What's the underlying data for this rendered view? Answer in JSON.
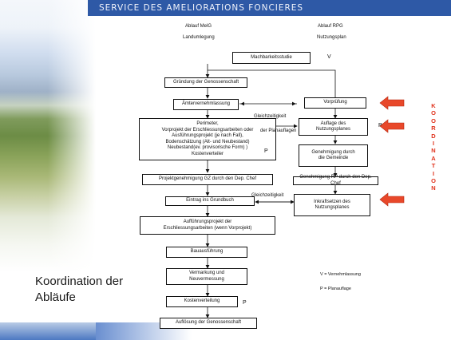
{
  "header": {
    "title": "SERVICE DES AMELIORATIONS FONCIERES"
  },
  "columns": {
    "left": {
      "head": "Ablauf MelG",
      "sub": "Landumlegung"
    },
    "right": {
      "head": "Ablauf RPG",
      "sub": "Nutzungsplan"
    }
  },
  "boxes": {
    "machbarkeit": "Machbarkeitsstudie",
    "gruendung": "Gründung der Genossenschaft",
    "aemter": "Ämtervernehmlassung",
    "vorpruefung": "Vorprüfung",
    "perimeter": "Perimeter,\nVorprojekt der Erschliessungsarbeiten oder\nAusführungsprojekt (je nach Fall),\nBodenschätzung (Alt- und Neubestand)\nNeubestand(ev. provisorische Form) )\nKostenverteiler",
    "auflage": "Auflage des\nNutzungsplanes",
    "genehmigung_gemeinde": "Genehmigung durch\ndie Gemeinde",
    "projektgenehmigung": "Projektgenehmigung GZ durch den Dep. Chef",
    "genehmigung_rp": "Genehmigung RP durch den Dep. Chef",
    "eintrag": "Eintrag ins Grundbuch",
    "inkraftsetzen": "Inkraftsetzen des\nNutzungsplanes",
    "ausfuehrungsprojekt": "Aufführungsprojekt der\nErschliessungsarbeiten (wenn Vorprojekt)",
    "bauausfuehrung": "Bauausführung",
    "vermarkung": "Vermarkung und\nNeuvermessung",
    "kostenverteilung": "Kostenverteilung",
    "aufloesung": "Auflösung der Genossenschaft"
  },
  "labels": {
    "v_marker": "V",
    "p_marker_auflage": "P",
    "p_marker_perimeter": "P",
    "p_marker_kosten": "P",
    "gleichzeitigkeit_1a": "Gleichzeitigkeit",
    "gleichzeitigkeit_1b": "der Planauflagen",
    "gleichzeitigkeit_2": "Gleichzeitigkeit"
  },
  "legend": {
    "v": "V = Vernehmlassung",
    "p": "P = Planauflage"
  },
  "side_label": "KOORDINATION",
  "caption": {
    "line1": "Koordination der",
    "line2": "Abläufe"
  },
  "colors": {
    "header_bar": "#2e59a6",
    "accent_red": "#e0321c",
    "arrow_fill": "#e8482a"
  }
}
